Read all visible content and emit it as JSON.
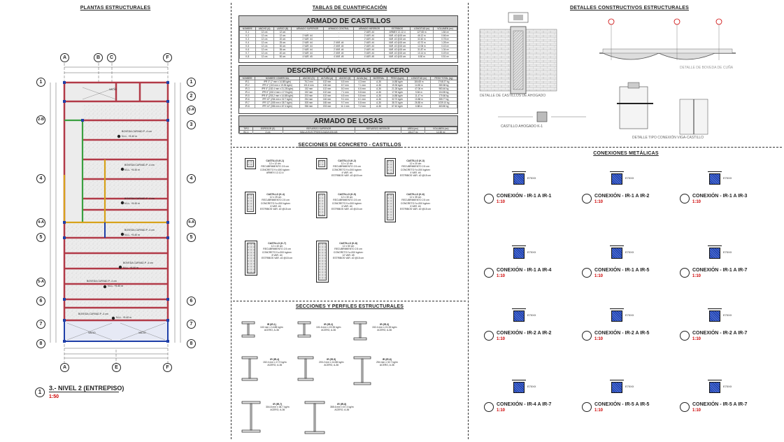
{
  "sections": {
    "plantas": "PLANTAS ESTRUCTURALES",
    "tablas": "TABLAS DE CUANTIFICACIÓN",
    "detalles": "DETALLES CONSTRUCTIVOS ESTRUCTURALES",
    "secciones_concreto": "SECCIONES DE CONCRETO - CASTILLOS",
    "secciones_perfiles": "SECCIONES Y PERFILES ESTRUCTURALES",
    "conexiones": "CONEXIONES METÁLICAS"
  },
  "plan": {
    "top_axes": [
      "A",
      "B",
      "C",
      "F"
    ],
    "bottom_axes": [
      "A",
      "E",
      "F"
    ],
    "left_axes": [
      "1",
      "2-B",
      "4",
      "4-A",
      "5",
      "5-A",
      "6",
      "7",
      "8"
    ],
    "right_axes": [
      "1",
      "2",
      "2-A",
      "3",
      "4",
      "4-A",
      "5",
      "6",
      "7",
      "8"
    ],
    "vacio_labels": [
      "VACIO",
      "VACIO",
      "VACIO"
    ],
    "losa_label": "BOVEDA CURVAD.P -4 cm",
    "level_label": "N.LL. +5.40 m",
    "title": "3.- NIVEL 2 (ENTREPISO)",
    "number": "1",
    "scale": "1:50"
  },
  "armado_castillos": {
    "title": "ARMADO DE CASTILLOS",
    "headers": [
      "NOMBRE",
      "ANCHO (A)",
      "LARGO (B)",
      "ARMADO SUPERIOR",
      "ARMADO CENTRAL",
      "ARMADO INFERIOR",
      "ESTRIBOS",
      "LONGITUD (m)",
      "VOLUMEN (m³)"
    ],
    "rows": [
      [
        "K-1",
        "12 cm",
        "12 cm",
        "-",
        "-",
        "2 VAR. #4",
        "ARMEX 12-12-4",
        "127.65 m",
        "1.84 m³"
      ],
      [
        "K-2",
        "12 cm",
        "12 cm",
        "2 VAR. #4",
        "-",
        "2 VAR. #4",
        "VAR. #2 @15 cm",
        "46.12 m",
        "0.66 m³"
      ],
      [
        "K-3",
        "12 cm",
        "20 cm",
        "2 VAR. #4",
        "-",
        "2 VAR. #4",
        "VAR. #2 @15 cm",
        "32.40 m",
        "0.78 m³"
      ],
      [
        "K-4",
        "12 cm",
        "25 cm",
        "2 VAR. #4",
        "2 VAR. #4",
        "2 VAR. #4",
        "VAR. #2 @15 cm",
        "42.70 m",
        "1.28 m³"
      ],
      [
        "K-5",
        "12 cm",
        "30 cm",
        "2 VAR. #4",
        "2 VAR. #4",
        "2 VAR. #4",
        "VAR. #2 @15 cm",
        "12.06 m",
        "0.43 m³"
      ],
      [
        "K-6",
        "12 cm",
        "35 cm",
        "2 VAR. #4",
        "2 VAR. #4",
        "2 VAR. #4",
        "VAR. #2 @15 cm",
        "31.87 m",
        "1.34 m³"
      ],
      [
        "K-7",
        "12 cm",
        "40 cm",
        "3 VAR. #4",
        "2 VAR. #4",
        "3 VAR. #4",
        "VAR. #2 @15 cm",
        "10.14 m",
        "0.49 m³"
      ],
      [
        "K-8",
        "12 cm",
        "50 cm",
        "4 VAR. #5",
        "4 VAR. #5",
        "4 VAR. #5",
        "VAR. #2 @15 cm",
        "8.50 m",
        "0.51 m³"
      ]
    ]
  },
  "vigas_acero": {
    "title": "DESCRIPCIÓN DE VIGAS DE ACERO",
    "headers": [
      "NOMBRE",
      "NOMBRE COMERCIAL",
      "ANCHO (D)",
      "ALTURA (d)",
      "ANCHO (tf)",
      "ALMA (tw)",
      "MATERIAL",
      "PESO (kg/m)",
      "LONGITUD (m)",
      "PESO TOTAL (kg)"
    ],
    "rows": [
      [
        "IR-1",
        "IPR 3\" (7 mm x 14.88 kg/m)",
        "76.2 mm",
        "102 mm",
        "6.5 mm",
        "4.3 mm",
        "A-36",
        "14.88 kg/m",
        "184.65 m",
        "2748.37 kg"
      ],
      [
        "IR-2",
        "IPR 4\" (102 mm x 19.35 kg/m)",
        "101.6 mm",
        "106 mm",
        "8.7 mm",
        "7.1 mm",
        "A-36",
        "19.35 kg/m",
        "14.50 m",
        "280.58 kg"
      ],
      [
        "IR-3",
        "IPR 5\" (152.4 mm x 21.28 kg/m)",
        "152 mm",
        "102 mm",
        "8.0 mm",
        "6.6 mm",
        "A-36",
        "21.28 kg/m",
        "47.06 m",
        "983.46 kg"
      ],
      [
        "IR-4",
        "IPR 6\" (152.4 mm x 17.9 kg/m)",
        "152 mm",
        "102 mm",
        "7.1 mm",
        "5.8 mm",
        "A-36",
        "17.90 kg/m",
        "5.84 m",
        "104.55 kg"
      ],
      [
        "IR-5",
        "IPR 8\" (203.2 mm x 14.88 kg/m)",
        "203 mm",
        "102 mm",
        "6.5 mm",
        "5.8 mm",
        "A-36",
        "14.88 kg/m",
        "11.47 m",
        "170.66 kg"
      ],
      [
        "IR-6",
        "IPR 10\" (254 mm x 32.7 kg/m)",
        "254 mm",
        "146 mm",
        "9.1 mm",
        "6.1 mm",
        "A-36",
        "32.70 kg/m",
        "10.88 m",
        "355.77 kg"
      ],
      [
        "IR-7",
        "IPR 12\" (305 mm x 38.7 kg/m)",
        "305 mm",
        "165 mm",
        "9.7 mm",
        "5.8 mm",
        "A-36",
        "38.70 kg/m",
        "26.85 m",
        "1039.10 kg"
      ],
      [
        "IR-8",
        "IPR 14\" (356 mm x 67.4 kg/m)",
        "356 mm",
        "203 mm",
        "11.1 mm",
        "7.2 mm",
        "A-36",
        "67.40 kg/m",
        "6.88 m",
        "463.80 kg"
      ]
    ]
  },
  "armado_losas": {
    "title": "ARMADO DE LOSAS",
    "headers": [
      "TIPO",
      "ESPESOR (E)",
      "REFUERZO SUPERIOR",
      "REFUERZO INFERIOR",
      "ÁREA (m²)",
      "VOLUMEN (m³)"
    ],
    "rows": [
      [
        "BC-1",
        "4 cm",
        "MALLA ELECTROSOLDADA 6X6-6/6",
        "-",
        "104.27 m²",
        "12.38 m³"
      ]
    ]
  },
  "detalles": {
    "castillo_ahogado": "DETALLE DE CASTILLOS DE AHOGADO",
    "castillo_k": "CASTILLO AHOGADO K-1",
    "boveda": "DETALLE DE BOVEDA DE CUÑA",
    "conexion": "DETALLE TIPO CONEXIÓN VIGA-CASTILLO"
  },
  "castillo_sections": [
    {
      "id": "k1",
      "title": "CASTILLO (K-1)",
      "lines": [
        "12 x 12 cm",
        "RECUBRIMIENTO 2.5 cm",
        "CONCRETO f'c=150 kg/cm²",
        "ARMEX 12-12-4"
      ]
    },
    {
      "id": "k2",
      "title": "CASTILLO (K-2)",
      "lines": [
        "12 x 12 cm",
        "RECUBRIMIENTO 2.5 cm",
        "CONCRETO f'c=200 kg/cm²",
        "4 VAR. #4",
        "ESTRIBOS VAR. #2 @15 cm"
      ]
    },
    {
      "id": "k3",
      "title": "CASTILLO (K-3)",
      "lines": [
        "12 x 20 cm",
        "RECUBRIMIENTO 2.5 cm",
        "CONCRETO f'c=200 kg/cm²",
        "4 VAR. #4",
        "ESTRIBOS VAR. #2 @15 cm"
      ]
    },
    {
      "id": "k4",
      "title": "CASTILLO (K-4)",
      "lines": [
        "12 x 25 cm",
        "RECUBRIMIENTO 2.5 cm",
        "CONCRETO f'c=200 kg/cm²",
        "6 VAR. #4",
        "ESTRIBOS VAR. #2 @15 cm"
      ]
    },
    {
      "id": "k5",
      "title": "CASTILLO (K-5)",
      "lines": [
        "12 x 30 cm",
        "RECUBRIMIENTO 2.5 cm",
        "CONCRETO f'c=200 kg/cm²",
        "6 VAR. #4",
        "ESTRIBOS VAR. #2 @15 cm"
      ]
    },
    {
      "id": "k6",
      "title": "CASTILLO (K-6)",
      "lines": [
        "12 x 35 cm",
        "RECUBRIMIENTO 2.5 cm",
        "CONCRETO f'c=200 kg/cm²",
        "6 VAR. #4",
        "ESTRIBOS VAR. #2 @15 cm"
      ]
    },
    {
      "id": "k7",
      "title": "CASTILLO (K-7)",
      "lines": [
        "12 x 40 cm",
        "RECUBRIMIENTO 2.5 cm",
        "CONCRETO f'c=200 kg/cm²",
        "8 VAR. #4",
        "ESTRIBOS VAR. #2 @15 cm"
      ]
    },
    {
      "id": "k8",
      "title": "CASTILLO (K-8)",
      "lines": [
        "12 x 50 cm",
        "RECUBRIMIENTO 2.5 cm",
        "CONCRETO f'c=200 kg/cm²",
        "12 VAR. #5",
        "ESTRIBOS VAR. #2 @15 cm"
      ]
    }
  ],
  "perfiles": [
    {
      "id": "ir1",
      "title": "IR (IR-1)",
      "lines": [
        "102 mm x 14.88 kg/m",
        "ACERO, A-36"
      ]
    },
    {
      "id": "ir2",
      "title": "IR (IR-2)",
      "lines": [
        "101.6 mm x 19.35 kg/m",
        "ACERO, A-36"
      ]
    },
    {
      "id": "ir3",
      "title": "IR (IR-3)",
      "lines": [
        "152.4 mm x 21.28 kg/m",
        "ACERO, A-36"
      ]
    },
    {
      "id": "ir4",
      "title": "IR (IR-4)",
      "lines": [
        "152.4 mm x 17.9 kg/m",
        "ACERO, A-36"
      ]
    },
    {
      "id": "ir5",
      "title": "IR (IR-5)",
      "lines": [
        "203.2 mm x 14.88 kg/m",
        "ACERO, A-36"
      ]
    },
    {
      "id": "ir6",
      "title": "IR (IR-6)",
      "lines": [
        "254 mm x 32.7 kg/m",
        "ACERO, A-36"
      ]
    },
    {
      "id": "ir7",
      "title": "IR (IR-7)",
      "lines": [
        "304.8 mm x 38.7 kg/m",
        "ACERO, A-36"
      ]
    },
    {
      "id": "ir8",
      "title": "IR (IR-8)",
      "lines": [
        "355.6 mm x 67.4 kg/m",
        "ACERO, A-36"
      ]
    }
  ],
  "conexiones": [
    {
      "title": "CONEXIÓN - IR-1 A IR-1",
      "scale": "1:10",
      "weld": "E70XX"
    },
    {
      "title": "CONEXIÓN - IR-1 A IR-2",
      "scale": "1:10",
      "weld": "E70XX"
    },
    {
      "title": "CONEXIÓN - IR-1 A IR-3",
      "scale": "1:10",
      "weld": "E70XX"
    },
    {
      "title": "CONEXIÓN - IR-1 A IR-4",
      "scale": "1:10",
      "weld": "E70XX"
    },
    {
      "title": "CONEXIÓN - IR-1 A IR-5",
      "scale": "1:10",
      "weld": "E70XX"
    },
    {
      "title": "CONEXIÓN - IR-1 A IR-7",
      "scale": "1:10",
      "weld": "E70XX"
    },
    {
      "title": "CONEXIÓN - IR-2 A IR-2",
      "scale": "1:10",
      "weld": "E70XX"
    },
    {
      "title": "CONEXIÓN - IR-2 A IR-5",
      "scale": "1:10",
      "weld": "E70XX"
    },
    {
      "title": "CONEXIÓN - IR-2 A IR-7",
      "scale": "1:10",
      "weld": "E70XX"
    },
    {
      "title": "CONEXIÓN - IR-4 A IR-7",
      "scale": "1:10",
      "weld": "E70XX"
    },
    {
      "title": "CONEXIÓN - IR-5 A IR-5",
      "scale": "1:10",
      "weld": "E70XX"
    },
    {
      "title": "CONEXIÓN - IR-5 A IR-7",
      "scale": "1:10",
      "weld": "E70XX"
    }
  ],
  "colors": {
    "beam": "#b23a48",
    "column": "#1f3fa8",
    "green": "#3aa040",
    "yellow": "#d7a21a",
    "red": "#cc0000"
  }
}
